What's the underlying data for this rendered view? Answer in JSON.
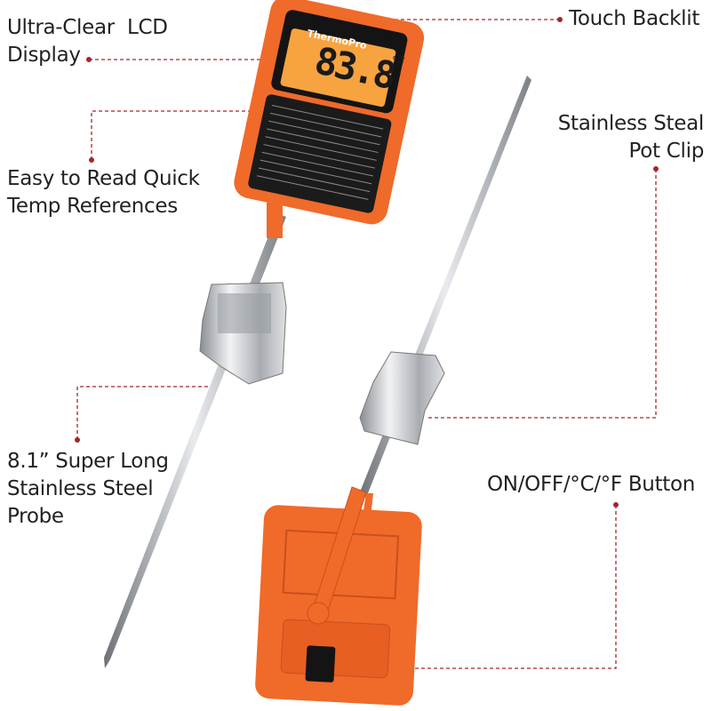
{
  "callouts": {
    "lcd": {
      "line1": "Ultra-Clear  LCD",
      "line2": "Display"
    },
    "backlit": {
      "line1": "Touch Backlit"
    },
    "references": {
      "line1": "Easy to Read Quick",
      "line2": "Temp References"
    },
    "clip": {
      "line1": "Stainless Steal",
      "line2": "Pot Clip"
    },
    "probe": {
      "line1": "8.1” Super Long",
      "line2": "Stainless Steel",
      "line3": "Probe"
    },
    "button": {
      "line1": "ON/OFF/°C/°F Button"
    }
  },
  "device": {
    "brand": "ThermoPro",
    "reading": "83.8",
    "unit": "°F"
  },
  "colors": {
    "body": "#f06a2a",
    "lcd": "#f7a340",
    "callout_line": "#a3262a",
    "steel": "#b9bcc0"
  }
}
